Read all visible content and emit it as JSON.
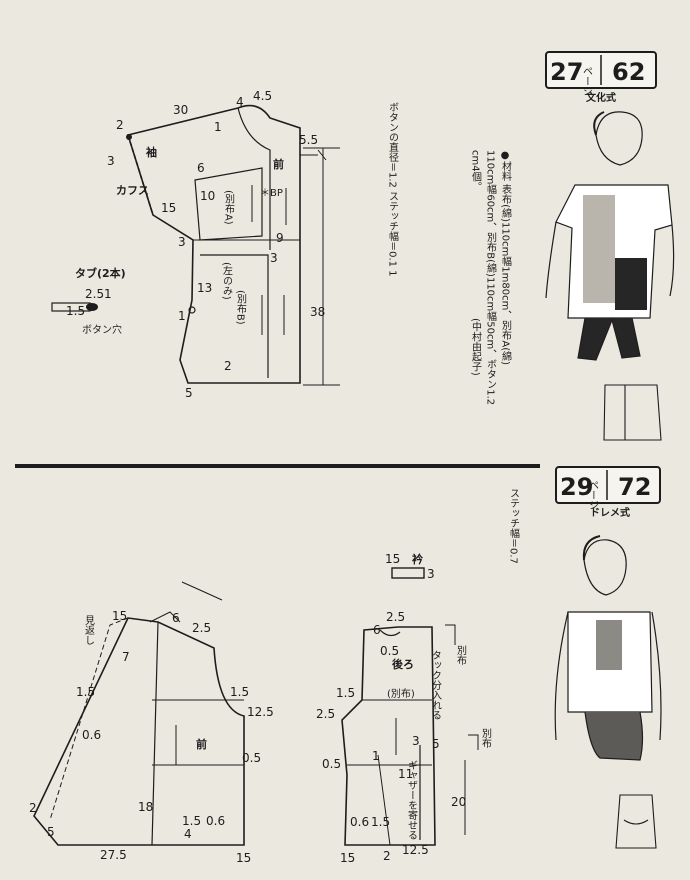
{
  "top": {
    "badge": {
      "number": "27",
      "kana": "ページ",
      "page": "62",
      "school": "文化式"
    },
    "stitch_note": "ボタンの直径＝1.2 ステッチ幅＝0.1 1",
    "materials_lines": [
      "●材料 表布(綿)110cm幅1m80cm、別布A(綿)",
      "110cm幅60cm、別布B(綿)110cm幅50cm、ボタン1.2",
      "cm4個。",
      "(中村由起子)"
    ],
    "labels": {
      "sleeve": "袖",
      "cuffs": "カフス",
      "front": "前",
      "bp": "＊BP",
      "fabric_a": "(別布A)",
      "left_only": "(左のみ)",
      "fabric_b": "(別布B)",
      "tab_title": "タブ(2本)",
      "button_hole": "ボタン穴"
    },
    "measures": {
      "m30": "30",
      "m4": "4",
      "m45": "4.5",
      "m2": "2",
      "m1": "1",
      "m55": "5.5",
      "m3a": "3",
      "m6": "6",
      "m10": "10",
      "m15": "15",
      "m3b": "3",
      "m9": "9",
      "m3c": "3",
      "m13": "13",
      "m1b": "1",
      "m38": "38",
      "m2b": "2",
      "m5": "5",
      "tab25": "2.5",
      "tab1": "1",
      "tab15": "1.5"
    }
  },
  "bottom": {
    "badge": {
      "number": "29",
      "kana": "ページ",
      "page": "72",
      "school": "ドレメ式"
    },
    "stitch_note": "ステッチ幅＝0.7",
    "labels": {
      "facing": "見返し",
      "front": "前",
      "back": "後ろ",
      "fabric": "(別布)",
      "collar": "衿",
      "tuck": "タック分入れる",
      "gather": "ギャザーを寄せる",
      "sep1": "別布",
      "sep2": "別布"
    },
    "measures": {
      "f15a": "15",
      "f7": "7",
      "f6": "6",
      "f25": "2.5",
      "f15b": "1.5",
      "f06": "0.6",
      "f15c": "1.5",
      "f125": "12.5",
      "f05": "0.5",
      "f18": "18",
      "f2": "2",
      "f5": "5",
      "f275": "27.5",
      "f15d": "1.5",
      "f06b": "0.6",
      "f4": "4",
      "f15e": "15",
      "b15a": "15",
      "b3": "3",
      "b25": "2.5",
      "b6": "6",
      "b05": "0.5",
      "b15b": "1.5",
      "b25b": "2.5",
      "b05b": "0.5",
      "b1": "1",
      "b3b": "3",
      "b5": "5",
      "b11": "11",
      "b06": "0.6",
      "b15c": "1.5",
      "b15d": "15",
      "b2": "2",
      "b125": "12.5",
      "b20": "20"
    }
  }
}
